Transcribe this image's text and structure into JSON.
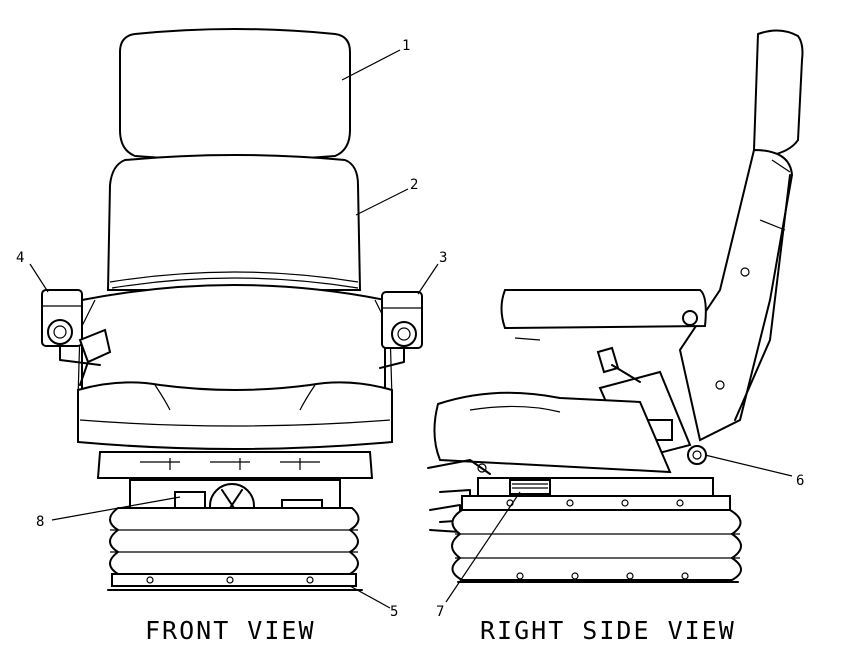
{
  "views": {
    "front": "FRONT VIEW",
    "side": "RIGHT SIDE VIEW"
  },
  "callouts": [
    "1",
    "2",
    "3",
    "4",
    "5",
    "6",
    "7",
    "8"
  ]
}
